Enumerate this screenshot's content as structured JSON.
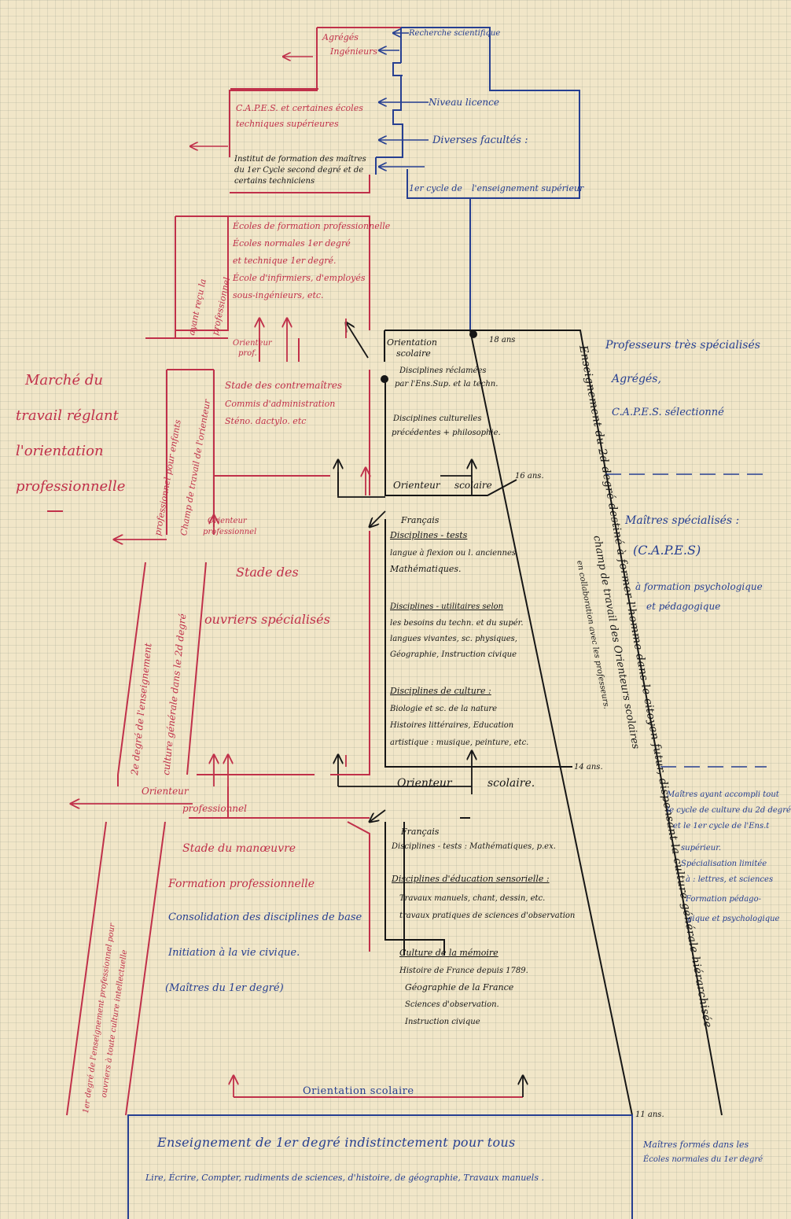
{
  "top_block": {
    "agreges": "Agrégés",
    "ingenieurs": "Ingénieurs",
    "recherche": "Recherche scientifique",
    "capes": "C.A.P.E.S. et certaines écoles",
    "techniques": "techniques supérieures",
    "niveau_licence": "Niveau licence",
    "diverses_facultes": "Diverses facultés :",
    "institut_1": "Institut de formation des maîtres",
    "institut_2": "du 1er Cycle second degré et de",
    "institut_3": "certains techniciens",
    "premier_cycle": "1er cycle de",
    "enseignement_sup": "l'enseignement supérieur"
  },
  "ecoles_block": {
    "line1": "Écoles de formation professionnelle",
    "line2": "Écoles normales 1er degré",
    "line3": "et technique 1er degré.",
    "line4": "École d'infirmiers, d'employés",
    "line5": "sous-ingénieurs, etc."
  },
  "left_labels": {
    "marche_1": "Marché du",
    "marche_2": "travail réglant",
    "marche_3": "l'orientation",
    "marche_4": "professionnelle",
    "ayant_recu": "ayant reçu la",
    "professionnel": "professionnel",
    "orienteur_prof": "Orienteur",
    "orienteur_prof_2": "prof.",
    "prof_pour_enfants": "professionnel pour enfants",
    "champ_travail": "Champ de travail de l'orienteur",
    "second_degre_1": "2e degré de l'enseignement",
    "second_degre_2": "culture générale dans le 2d degré",
    "premier_degre_1": "1er degré de l'enseignement professionnel pour",
    "premier_degre_2": "ouvriers à toute culture intellectuelle"
  },
  "contremaitres": {
    "line1": "Stade des contremaîtres",
    "line2": "Commis d'administration",
    "line3": "Sténo. dactylo. etc"
  },
  "orienteurs": {
    "orienteur_scolaire_top": "Orientation",
    "scolaire_top": "scolaire",
    "orienteur_prof_mid": "Orienteur",
    "professionnel_mid": "professionnel",
    "orienteur_scolaire_mid": "Orienteur",
    "scolaire_mid": "scolaire",
    "orienteur_scolaire_low": "Orienteur",
    "scolaire_low": "scolaire.",
    "orienteur_prof_low": "Orienteur",
    "professionnel_low": "professionnel",
    "orientation_scolaire_bottom": "Orientation scolaire"
  },
  "ouvriers": {
    "line1": "Stade des",
    "line2": "ouvriers spécialisés"
  },
  "manoeuvre": {
    "line1": "Stade du manœuvre",
    "line2": "Formation professionnelle",
    "line3": "Consolidation des disciplines de base",
    "line4": "Initiation à la vie civique.",
    "line5": "(Maîtres du 1er degré)"
  },
  "ages": {
    "a18": "18 ans",
    "a16": "16 ans.",
    "a14": "14 ans.",
    "a11": "11 ans."
  },
  "column_18_16": {
    "l1": "Disciplines réclamées",
    "l2": "par l'Ens.Sup. et la techn.",
    "l3": "Disciplines culturelles",
    "l4": "précédentes + philosophie."
  },
  "column_16_14": {
    "l1": "Français",
    "l2": "Disciplines - tests",
    "l3": "langue à flexion ou l. anciennes",
    "l4": "Mathématiques.",
    "l5": "Disciplines - utilitaires selon",
    "l6": "les besoins du techn. et du supér.",
    "l7": "langues vivantes, sc. physiques,",
    "l8": "Géographie, Instruction civique",
    "l9": "Disciplines de culture :",
    "l10": "Biologie et sc. de la nature",
    "l11": "Histoires littéraires, Education",
    "l12": "artistique : musique, peinture, etc."
  },
  "column_14_11": {
    "l1": "Français",
    "l2": "Disciplines - tests : Mathématiques, p.ex.",
    "l3": "Disciplines d'éducation sensorielle :",
    "l4": "Travaux manuels, chant, dessin, etc.",
    "l5": "travaux pratiques de sciences d'observation",
    "l6": "Culture de la mémoire",
    "l7": "Histoire de France depuis 1789.",
    "l8": "Géographie de la France",
    "l9": "Sciences d'observation.",
    "l10": "Instruction civique"
  },
  "band_text": {
    "l1": "Enseignement du 2d degré destiné à former l'homme dans le citoyen futur, dispensant la culture générale hiérarchisée",
    "l2": "champ de travail des Orienteurs scolaires",
    "l3": "en collaboration avec les professeurs."
  },
  "right_labels": {
    "prof_specialises": "Professeurs très spécialisés",
    "agreges": "Agrégés,",
    "capes_selectionne": "C.A.P.E.S. sélectionné",
    "maitres_specialises": "Maîtres spécialisés :",
    "capes_paren": "(C.A.P.E.S)",
    "formation_psycho": "à formation psychologique",
    "et_pedagogique": "et pédagogique",
    "m1": "Maîtres ayant accompli tout",
    "m2": "le cycle de culture du 2d degré",
    "m3": "et le 1er cycle de l'Ens.t",
    "m4": "supérieur.",
    "m5": "Spécialisation limitée",
    "m6": "à : lettres, et sciences",
    "m7": "Formation pédago-",
    "m8": "gique et psychologique",
    "maitres_formes": "Maîtres formés dans les",
    "ecoles_normales": "Écoles normales du 1er degré"
  },
  "bottom_box": {
    "title": "Enseignement de 1er degré indistinctement pour tous",
    "subtitle": "Lire, Écrire, Compter, rudiments de sciences, d'histoire, de géographie, Travaux manuels ."
  },
  "colors": {
    "red": "#c0304a",
    "blue": "#263f91",
    "black": "#161616",
    "paper": "#f1e6c8"
  }
}
